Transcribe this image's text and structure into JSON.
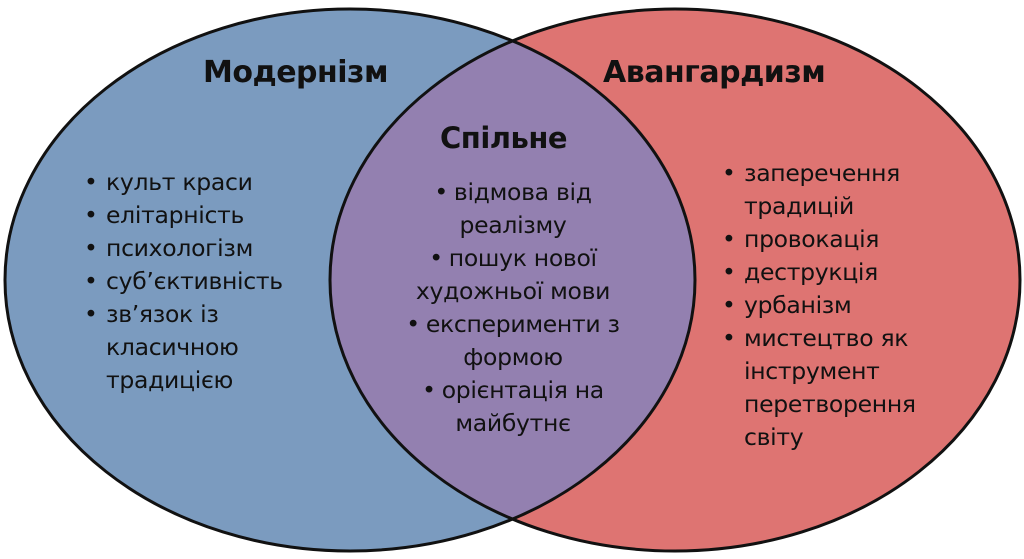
{
  "colors": {
    "left": "#7b9bbf",
    "right": "#de7472",
    "overlap": "#9380b0",
    "outline": "#111111"
  },
  "left": {
    "title": "Модернізм",
    "items": [
      "культ краси",
      "елітарність",
      "психологізм",
      "суб’єктивність",
      "зв’язок із класичною традицією"
    ]
  },
  "center": {
    "title": "Спільне",
    "items": [
      "відмова від реалізму",
      "пошук нової художньої мови",
      "експерименти з формою",
      "орієнтація на майбутнє"
    ]
  },
  "right": {
    "title": "Авангардизм",
    "items": [
      "заперечення традицій",
      "провокація",
      "деструкція",
      "урбанізм",
      "мистецтво як інструмент перетворення світу"
    ]
  }
}
